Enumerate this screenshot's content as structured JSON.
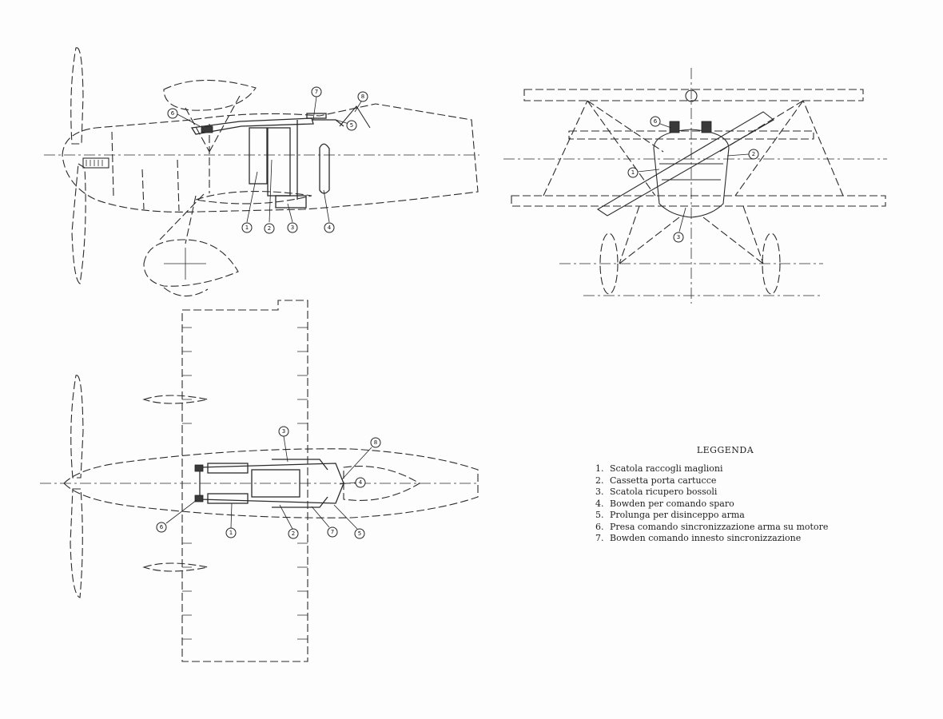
{
  "legend": {
    "title": "LEGGENDA",
    "items": [
      {
        "num": "1.",
        "text": "Scatola  raccogli  maglioni"
      },
      {
        "num": "2.",
        "text": "Cassetta  porta  cartucce"
      },
      {
        "num": "3.",
        "text": "Scatola  ricupero  bossoli"
      },
      {
        "num": "4.",
        "text": "Bowden  per  comando  sparo"
      },
      {
        "num": "5.",
        "text": "Prolunga  per  disinceppo  arma"
      },
      {
        "num": "6.",
        "text": "Presa  comando  sincronizzazione  arma  su  motore"
      },
      {
        "num": "7.",
        "text": "Bowden  comando  innesto  sincronizzazione"
      }
    ]
  },
  "callouts": {
    "side": [
      "1",
      "2",
      "3",
      "4",
      "5",
      "6",
      "7",
      "8"
    ],
    "front": [
      "6",
      "1",
      "2",
      "3"
    ],
    "top": [
      "3",
      "8",
      "4",
      "6",
      "1",
      "2",
      "7",
      "5"
    ]
  }
}
